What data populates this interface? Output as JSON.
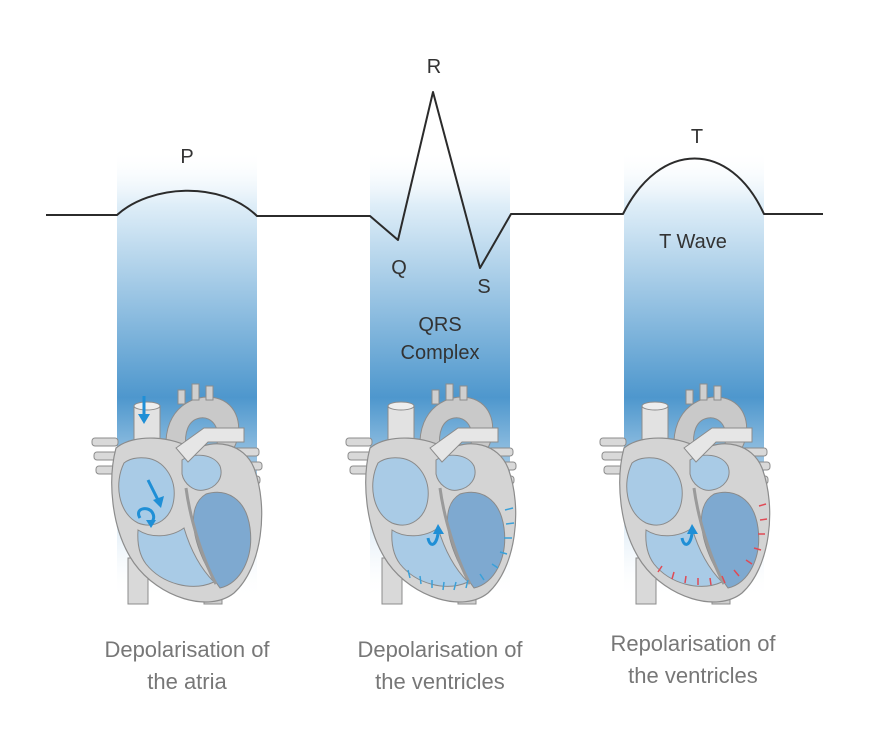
{
  "waves": {
    "p": "P",
    "q": "Q",
    "r": "R",
    "s": "S",
    "t": "T",
    "qrs_line1": "QRS",
    "qrs_line2": "Complex",
    "t_wave": "T Wave"
  },
  "captions": [
    {
      "line1": "Depolarisation of",
      "line2": "the atria"
    },
    {
      "line1": "Depolarisation of",
      "line2": "the ventricles"
    },
    {
      "line1": "Repolarisation of",
      "line2": "the ventricles"
    }
  ],
  "colors": {
    "band_top": "#ffffff",
    "band_bottom": "#3f8fc8",
    "trace": "#2b2b2b",
    "heart_grey": "#d8d8d8",
    "heart_outline": "#8a8a8a",
    "chamber_blue": "#a9cbe6",
    "ventricle_blue": "#7ea9d0",
    "arrow_blue": "#1f8fd6",
    "depol_ticks": "#3aa0d8",
    "repol_ticks": "#e04a55"
  },
  "icons": [
    "downward-arrow-icon",
    "curved-arrow-icon"
  ]
}
